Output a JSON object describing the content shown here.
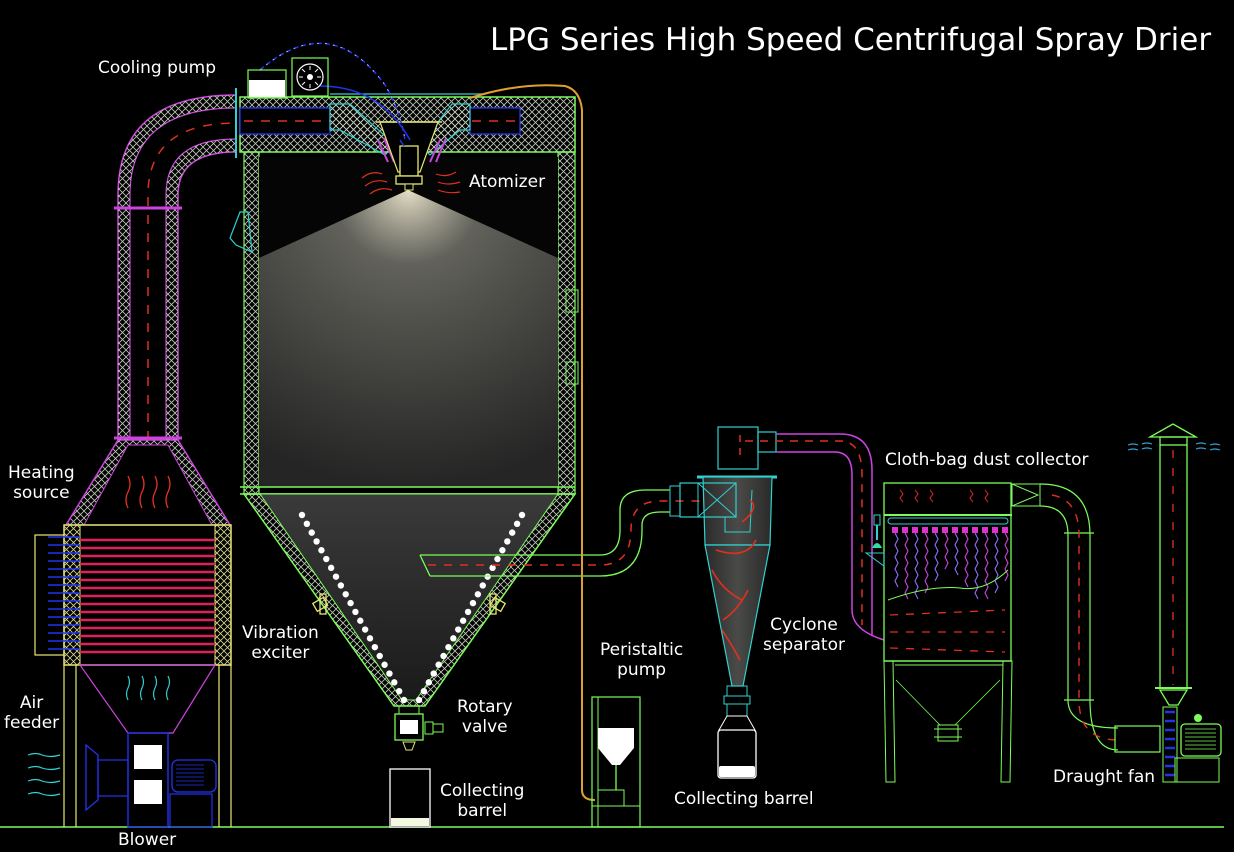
{
  "title": "LPG Series High Speed Centrifugal Spray Drier",
  "colors": {
    "background": "#000000",
    "frame_green": "#7CFC5A",
    "insulation_hatch": "#cfd8c8",
    "duct_magenta": "#cc44dd",
    "airflow_red": "#e03020",
    "cooling_blue": "#2233ee",
    "feed_line_orange": "#e0a030",
    "cyclone_cyan": "#30d0d0",
    "heater_coil_red": "#e0205a",
    "heater_frame_yellow": "#e8e870",
    "label_text": "#ffffff"
  },
  "labels": {
    "cooling_pump": "Cooling pump",
    "atomizer": "Atomizer",
    "heating_source": [
      "Heating",
      "source"
    ],
    "air_feeder": [
      "Air",
      "feeder"
    ],
    "blower": "Blower",
    "vibration_exciter": [
      "Vibration",
      "exciter"
    ],
    "rotary_valve": [
      "Rotary",
      "valve"
    ],
    "collecting_barrel_main": [
      "Collecting",
      "barrel"
    ],
    "peristaltic_pump": [
      "Peristaltic",
      "pump"
    ],
    "cyclone_separator": [
      "Cyclone",
      "separator"
    ],
    "collecting_barrel_cyclone": "Collecting barrel",
    "cloth_bag_dust_collector": "Cloth-bag dust collector",
    "draught_fan": "Draught fan"
  }
}
